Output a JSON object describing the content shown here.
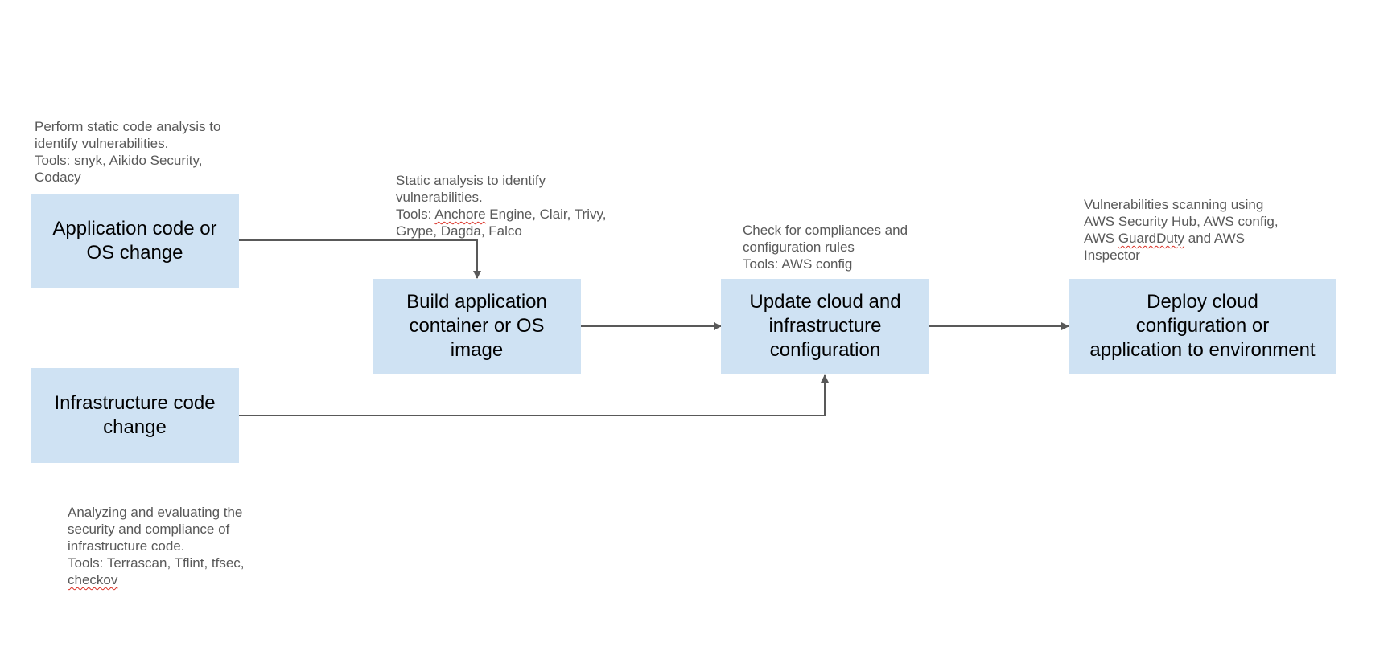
{
  "boxes": {
    "app_change": {
      "lines": [
        "Application code or",
        "OS change"
      ]
    },
    "infra_change": {
      "lines": [
        "Infrastructure code",
        "change"
      ]
    },
    "build": {
      "lines": [
        "Build application",
        "container or OS",
        "image"
      ]
    },
    "update": {
      "lines": [
        "Update cloud and",
        "infrastructure",
        "configuration"
      ]
    },
    "deploy": {
      "lines": [
        "Deploy cloud",
        "configuration or",
        "application to environment"
      ]
    }
  },
  "notes": {
    "app_change": {
      "lines": [
        "Perform static code analysis to",
        "identify vulnerabilities.",
        "Tools: snyk, Aikido Security,",
        "Codacy"
      ]
    },
    "infra_change": {
      "line1": "Analyzing and evaluating the",
      "line2": "security and compliance of",
      "line3": "infrastructure code.",
      "line4": "Tools: Terrascan, Tflint, tfsec,",
      "line5": "checkov"
    },
    "build": {
      "line1": "Static analysis to identify",
      "line2": "vulnerabilities.",
      "line3_prefix": "Tools: ",
      "line3_flagged": "Anchore",
      "line3_suffix": " Engine, Clair, Trivy,",
      "line4": "Grype, Dagda, Falco"
    },
    "update": {
      "lines": [
        "Check for compliances and",
        "configuration rules",
        "Tools: AWS config"
      ]
    },
    "deploy": {
      "line1": "Vulnerabilities scanning using",
      "line2": "AWS Security Hub, AWS config,",
      "line3_prefix": "AWS ",
      "line3_flagged": "GuardDuty",
      "line3_suffix": " and AWS",
      "line4": "Inspector"
    }
  },
  "colors": {
    "box_fill": "#cfe2f3",
    "box_text": "#000000",
    "note_text": "#595959",
    "connector": "#595959",
    "spellcheck": "#d93025"
  }
}
